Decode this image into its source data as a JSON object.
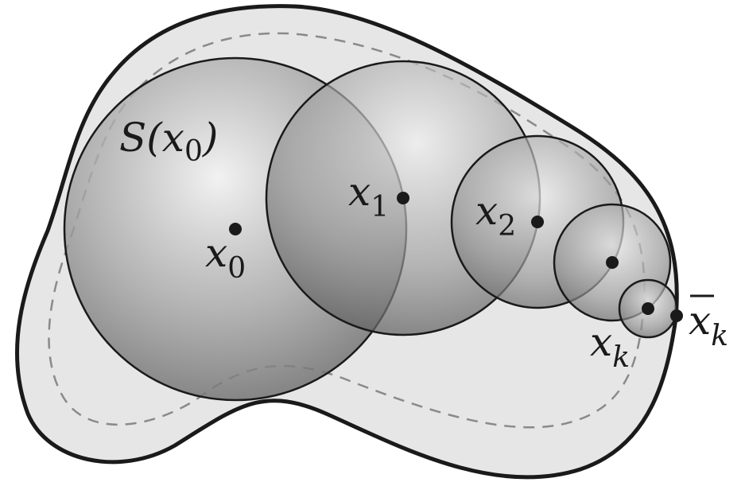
{
  "diagram": {
    "region_label": {
      "prefix": "S(",
      "var": "x",
      "sub": "0",
      "suffix": ")"
    },
    "points": [
      {
        "id": "x0",
        "var": "x",
        "sub": "0"
      },
      {
        "id": "x1",
        "var": "x",
        "sub": "1"
      },
      {
        "id": "x2",
        "var": "x",
        "sub": "2"
      },
      {
        "id": "xk",
        "var": "x",
        "sub": "k"
      },
      {
        "id": "xbark",
        "var": "x",
        "sub": "k",
        "overline": true
      }
    ],
    "colors": {
      "region_fill": "#e6e6e6",
      "outline": "#1a1a1a",
      "dashed": "#8a8a8a",
      "sphere_light": "#f2f2f2",
      "sphere_dark": "#6e6e6e"
    }
  }
}
